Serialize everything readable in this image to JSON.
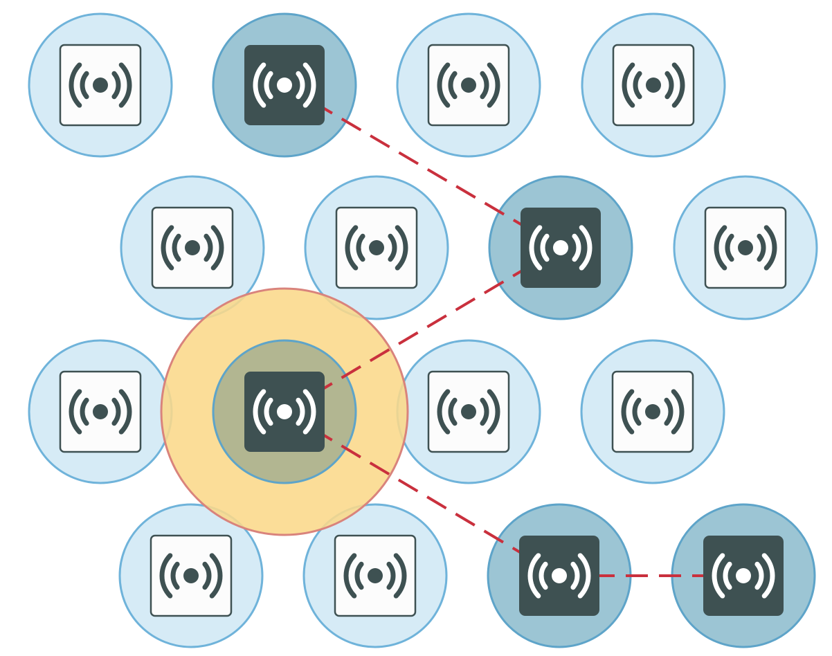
{
  "diagram": {
    "colors": {
      "background": "#ffffff",
      "cell_fill": "#d6ebf6",
      "cell_stroke": "#6fb3da",
      "active_cell_fill": "#9cc5d4",
      "active_cell_stroke": "#5ea4c9",
      "device_fill": "#fcfcfc",
      "device_stroke": "#3e5152",
      "device_icon": "#3e5152",
      "active_device_fill": "#3e5152",
      "active_device_icon": "#ffffff",
      "coverage_fill": "#fbd88a",
      "coverage_stroke": "#d9837c",
      "link": "#c9303d"
    },
    "nodes": [
      {
        "id": "r1c1",
        "state": "idle",
        "icon": "broadcast-icon"
      },
      {
        "id": "r1c2",
        "state": "active",
        "icon": "broadcast-icon"
      },
      {
        "id": "r1c3",
        "state": "idle",
        "icon": "broadcast-icon"
      },
      {
        "id": "r1c4",
        "state": "idle",
        "icon": "broadcast-icon"
      },
      {
        "id": "r2c1",
        "state": "idle",
        "icon": "broadcast-icon"
      },
      {
        "id": "r2c2",
        "state": "idle",
        "icon": "broadcast-icon"
      },
      {
        "id": "r2c3",
        "state": "active",
        "icon": "broadcast-icon"
      },
      {
        "id": "r2c4",
        "state": "idle",
        "icon": "broadcast-icon"
      },
      {
        "id": "r3c1",
        "state": "idle",
        "icon": "broadcast-icon"
      },
      {
        "id": "r3c2",
        "state": "source",
        "icon": "broadcast-icon"
      },
      {
        "id": "r3c3",
        "state": "idle",
        "icon": "broadcast-icon"
      },
      {
        "id": "r3c4",
        "state": "idle",
        "icon": "broadcast-icon"
      },
      {
        "id": "r4c1",
        "state": "idle",
        "icon": "broadcast-icon"
      },
      {
        "id": "r4c2",
        "state": "idle",
        "icon": "broadcast-icon"
      },
      {
        "id": "r4c3",
        "state": "active",
        "icon": "broadcast-icon"
      },
      {
        "id": "r4c4",
        "state": "active",
        "icon": "broadcast-icon"
      }
    ],
    "coverage": {
      "center": "r3c2"
    },
    "links": [
      {
        "from": "r1c2",
        "to": "r2c3"
      },
      {
        "from": "r3c2",
        "to": "r2c3"
      },
      {
        "from": "r3c2",
        "to": "r4c3"
      },
      {
        "from": "r4c3",
        "to": "r4c4"
      }
    ]
  }
}
